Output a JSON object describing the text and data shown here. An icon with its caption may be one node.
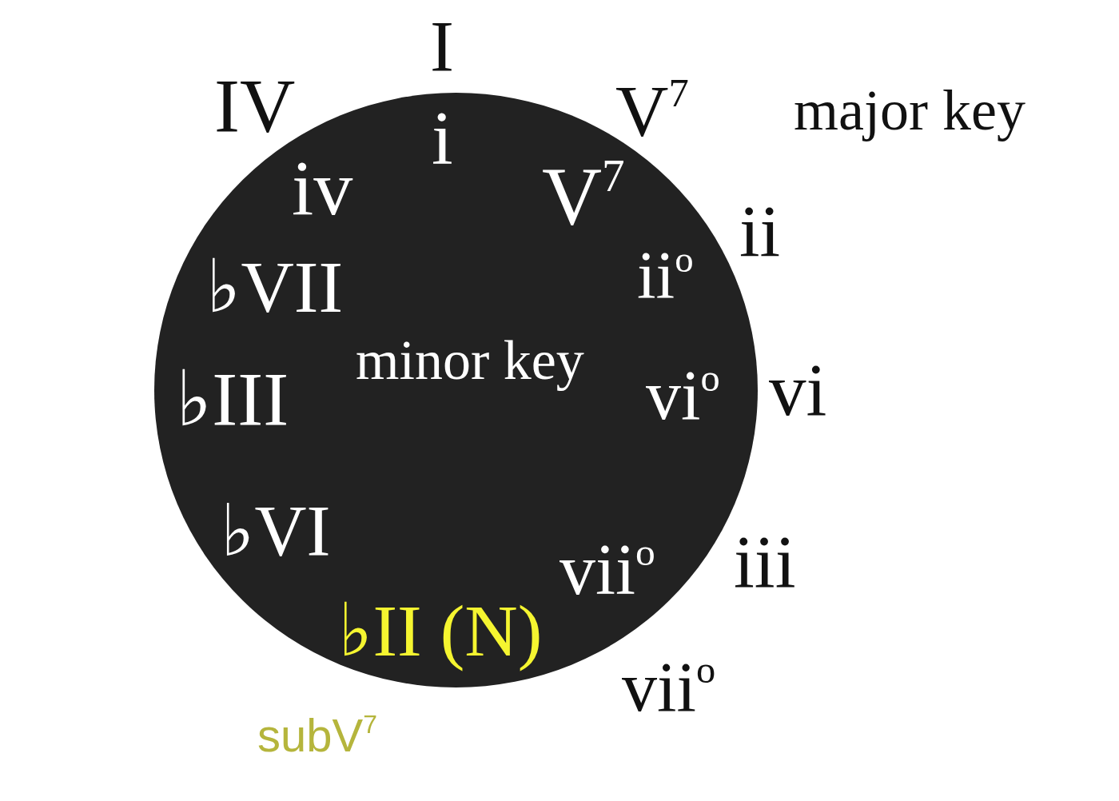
{
  "diagram": {
    "nodes": [
      {
        "text": [
          "i",
          "iv",
          "V$^{7}$",
          "♭VII",
          "ii$^{o}$",
          "minor key",
          "♭III",
          "vi$^{o}$",
          "♭VI",
          "vii$^{o}$",
          "♭II (N)"
        ]
      }
    ],
    "labels": [
      "I",
      "IV",
      "V$^{7}$",
      "major key",
      "ii",
      "vi",
      "iii",
      "vii$^{o}$",
      "subV$^{7}$"
    ]
  }
}
